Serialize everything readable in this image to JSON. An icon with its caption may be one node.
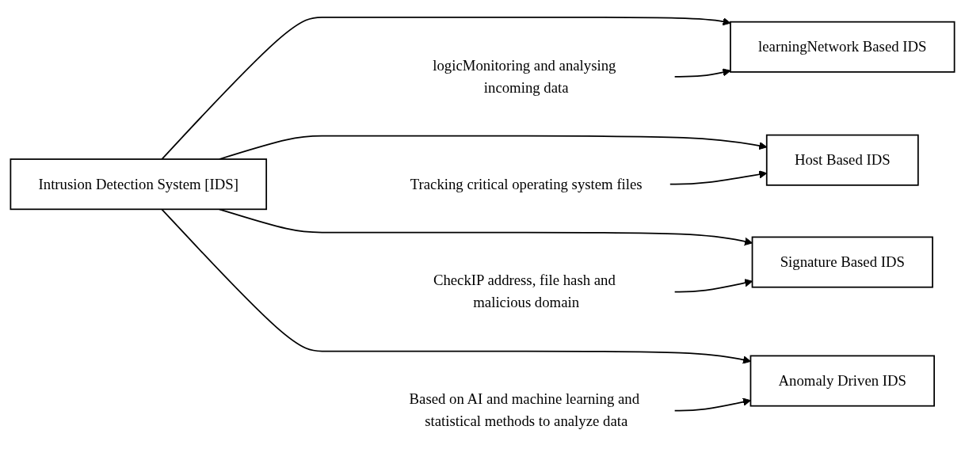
{
  "diagram": {
    "nodes": [
      {
        "text": [
          "Intrusion Detection System [IDS]"
        ]
      },
      {
        "text": [
          "learningNetwork Based IDS"
        ]
      },
      {
        "text": [
          "Host Based IDS"
        ]
      },
      {
        "text": [
          "Signature Based IDS"
        ]
      },
      {
        "text": [
          "Anomaly Driven IDS"
        ]
      },
      {
        "text": [
          "logicMonitoring and analysing incoming data"
        ]
      },
      {
        "text": [
          "Tracking critical operating system files"
        ]
      },
      {
        "text": [
          "CheckIP address, file hash and malicious domain"
        ]
      },
      {
        "text": [
          "Based on AI and machine learning and statistical methods to analyze data"
        ]
      }
    ],
    "edges": [
      {
        "from": 0,
        "to": 1,
        "arrow": "to"
      },
      {
        "from": 0,
        "to": 2,
        "arrow": "to"
      },
      {
        "from": 0,
        "to": 3,
        "arrow": "to"
      },
      {
        "from": 0,
        "to": 4,
        "arrow": "to"
      },
      {
        "from": 5,
        "to": 1,
        "arrow": "to"
      },
      {
        "from": 6,
        "to": 2,
        "arrow": "to"
      },
      {
        "from": 7,
        "to": 3,
        "arrow": "to"
      },
      {
        "from": 8,
        "to": 4,
        "arrow": "to"
      }
    ]
  }
}
